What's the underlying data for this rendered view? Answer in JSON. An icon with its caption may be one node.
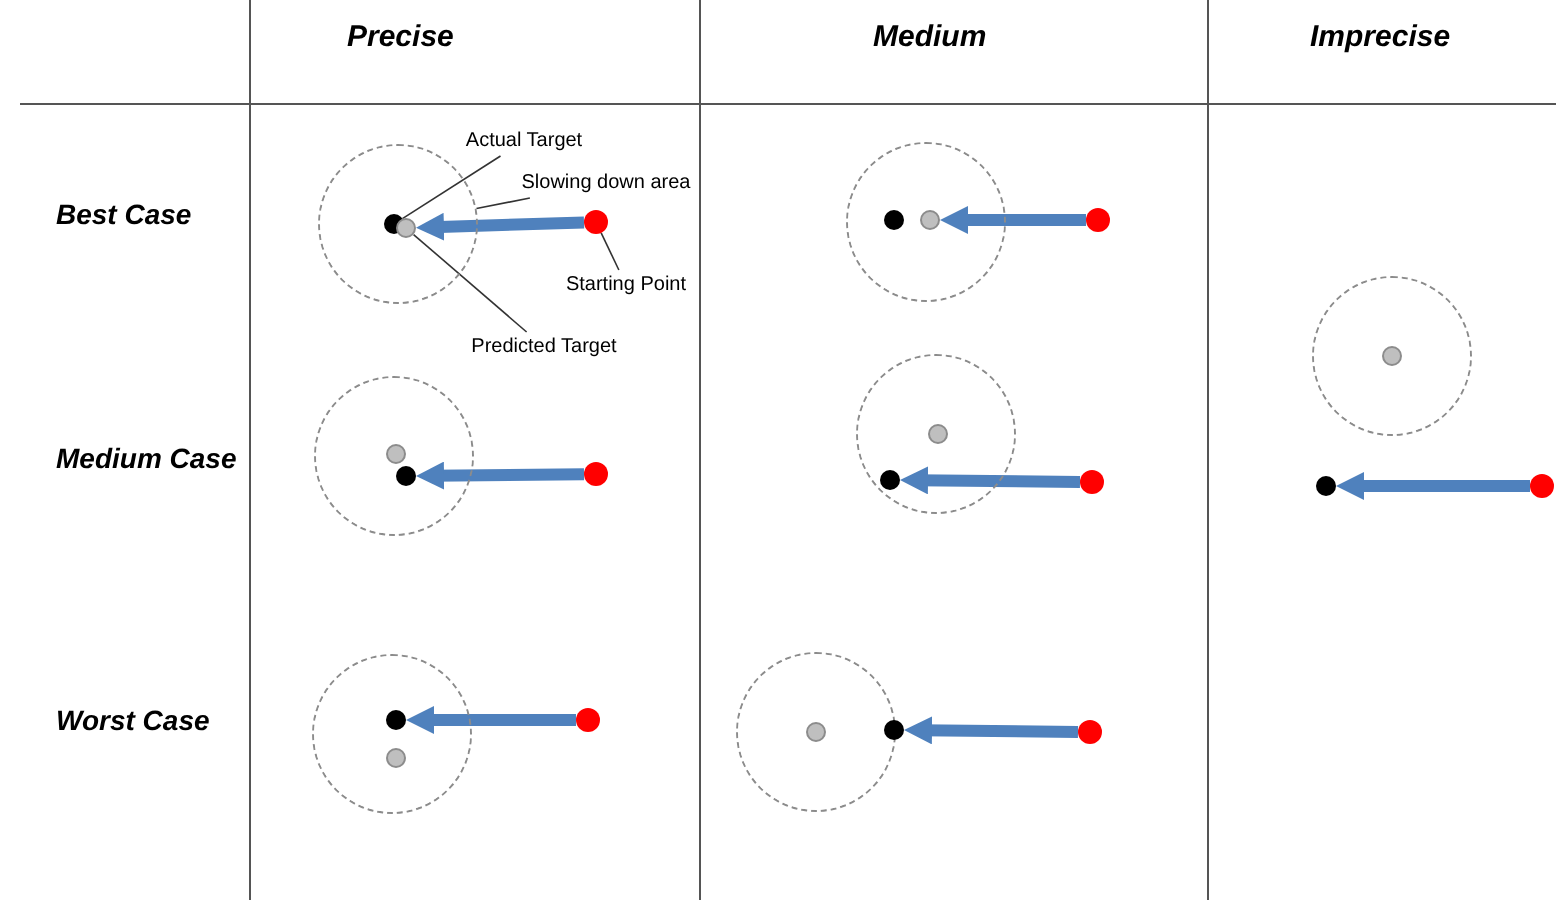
{
  "diagram": {
    "nodes": [
      {
        "text": [],
        "shape": "circle"
      },
      {
        "text": [],
        "shape": "circle",
        "in": 0
      },
      {
        "text": [],
        "shape": "circle",
        "in": 0
      },
      {
        "text": [],
        "shape": "circle"
      },
      {
        "text": [
          "Actual Target"
        ]
      },
      {
        "text": [
          "Slowing down area"
        ]
      },
      {
        "text": [
          "Starting Point"
        ]
      },
      {
        "text": [
          "Predicted Target"
        ]
      },
      {
        "text": [],
        "shape": "circle"
      },
      {
        "text": [],
        "shape": "circle",
        "in": 8
      },
      {
        "text": [],
        "shape": "circle",
        "in": 8
      },
      {
        "text": [],
        "shape": "circle"
      },
      {
        "text": [],
        "shape": "circle"
      },
      {
        "text": [],
        "shape": "circle",
        "in": 12
      },
      {
        "text": [],
        "shape": "circle"
      },
      {
        "text": [],
        "shape": "circle"
      },
      {
        "text": [],
        "shape": "circle"
      },
      {
        "text": [],
        "shape": "circle",
        "in": 16
      },
      {
        "text": [],
        "shape": "circle",
        "in": 16
      },
      {
        "text": [],
        "shape": "circle"
      },
      {
        "text": [],
        "shape": "circle"
      },
      {
        "text": [],
        "shape": "circle",
        "in": 20
      },
      {
        "text": [],
        "shape": "circle",
        "in": 20
      },
      {
        "text": [],
        "shape": "circle"
      },
      {
        "text": [],
        "shape": "circle"
      },
      {
        "text": [],
        "shape": "circle",
        "in": 24
      },
      {
        "text": [],
        "shape": "circle",
        "in": 24
      },
      {
        "text": [],
        "shape": "circle"
      },
      {
        "text": [],
        "shape": "circle"
      },
      {
        "text": [],
        "shape": "circle",
        "in": 28
      },
      {
        "text": [],
        "shape": "circle"
      },
      {
        "text": [],
        "shape": "circle"
      }
    ],
    "edges": [
      {
        "from": 3,
        "to": 2,
        "arrow": "to"
      },
      {
        "from": 4,
        "to": 1,
        "arrow": "none",
        "color": "#333333"
      },
      {
        "from": 5,
        "to": 0,
        "arrow": "none",
        "color": "#333333"
      },
      {
        "from": 6,
        "to": 3,
        "arrow": "none",
        "color": "#333333"
      },
      {
        "from": 7,
        "to": 2,
        "arrow": "none",
        "color": "#333333"
      },
      {
        "from": 11,
        "to": 10,
        "arrow": "to"
      },
      {
        "from": 15,
        "to": 14,
        "arrow": "to"
      },
      {
        "from": 19,
        "to": 18,
        "arrow": "to"
      },
      {
        "from": 23,
        "to": 22,
        "arrow": "to"
      },
      {
        "from": 27,
        "to": 25,
        "arrow": "to"
      },
      {
        "from": 31,
        "to": 30,
        "arrow": "to"
      }
    ],
    "labels": [
      "Precise",
      "Medium",
      "Imprecise",
      "Best Case",
      "Medium Case",
      "Worst Case"
    ]
  }
}
